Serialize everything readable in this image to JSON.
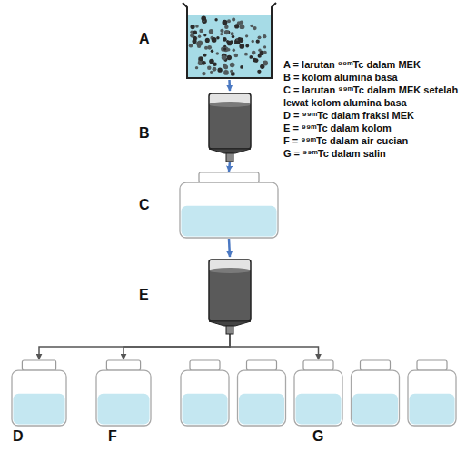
{
  "diagram": {
    "nodes": [
      {
        "text": [
          "A"
        ]
      },
      {
        "text": [
          "B"
        ]
      },
      {
        "text": [
          "C"
        ]
      },
      {
        "text": [
          "E"
        ]
      },
      {
        "text": [
          "D"
        ]
      },
      {
        "text": [
          "F"
        ]
      },
      {
        "text": [
          "G"
        ]
      }
    ],
    "edges": [
      {
        "from": 0,
        "to": 1,
        "arrow": "to"
      },
      {
        "from": 1,
        "to": 2,
        "arrow": "to"
      },
      {
        "from": 2,
        "to": 3,
        "arrow": "to"
      },
      {
        "from": 3,
        "to": 4,
        "arrow": "to"
      },
      {
        "from": 3,
        "to": 5,
        "arrow": "to"
      },
      {
        "from": 3,
        "to": 6,
        "arrow": "to"
      }
    ],
    "labels": [
      "A = larutan ⁹⁹ᵐTc dalam MEK",
      "B = kolom alumina basa",
      "C = larutan ⁹⁹ᵐTc dalam MEK setelah lewat kolom alumina basa",
      "D = ⁹⁹ᵐTc dalam fraksi MEK",
      "E = ⁹⁹ᵐTc dalam kolom",
      "F = ⁹⁹ᵐTc dalam air cucian",
      "G = ⁹⁹ᵐTc dalam salin"
    ]
  }
}
